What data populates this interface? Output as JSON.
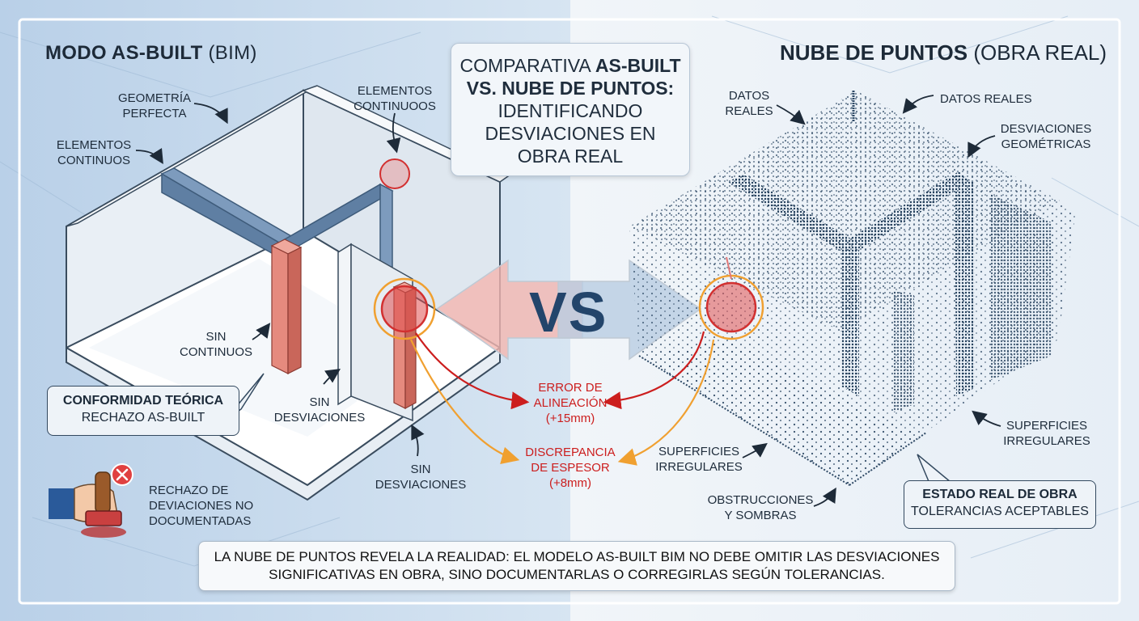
{
  "header": {
    "left_title_bold": "MODO AS-BUILT",
    "left_title_rest": " (BIM)",
    "right_title_bold": "NUBE DE PUNTOS",
    "right_title_rest": " (OBRA REAL)",
    "center_title": {
      "line1_plain": "COMPARATIVA ",
      "line1_bold": "AS-BUILT",
      "line2_bold": "VS. NUBE DE PUNTOS:",
      "line3": "IDENTIFICANDO",
      "line4": "DESVIACIONES EN",
      "line5": "OBRA REAL"
    }
  },
  "vs_label": "VS",
  "left_labels": {
    "geometria": [
      "GEOMETRÍA",
      "PERFECTA"
    ],
    "elementos_top": [
      "ELEMENTOS",
      "CONTINUOOS"
    ],
    "elementos_left": [
      "ELEMENTOS",
      "CONTINUOS"
    ],
    "sin_continuos": [
      "SIN",
      "CONTINUOS"
    ],
    "sin_desviaciones_mid": [
      "SIN",
      "DESVIACIONES"
    ],
    "sin_desviaciones_bottom": [
      "SIN",
      "DESVIACIONES"
    ],
    "conformidad": {
      "title": "CONFORMIDAD TEÓRICA",
      "sub": "RECHAZO AS-BUILT"
    },
    "rechazo": [
      "RECHAZO DE",
      "DEVIACIONES NO",
      "DOCUMENTADAS"
    ]
  },
  "center_labels": {
    "error": [
      "ERROR DE",
      "ALINEACIÓN",
      "(+15mm)"
    ],
    "discrepancia": [
      "DISCREPANCIA",
      "DE ESPESOR",
      "(+8mm)"
    ]
  },
  "right_labels": {
    "datos_left": [
      "DATOS",
      "REALES"
    ],
    "datos_right": "DATOS REALES",
    "desviaciones": [
      "DESVIACIONES",
      "GEOMÉTRICAS"
    ],
    "superficies_right": [
      "SUPERFICIES",
      "IRREGULARES"
    ],
    "superficies_mid": [
      "SUPERFICIES",
      "IRREGULARES"
    ],
    "obstrucciones": [
      "OBSTRUCCIONES",
      "Y SOMBRAS"
    ],
    "estado": {
      "title": "ESTADO REAL DE OBRA",
      "sub": "TOLERANCIAS ACEPTABLES"
    }
  },
  "footer": {
    "line1": "LA NUBE DE PUNTOS REVELA LA REALIDAD: EL MODELO AS-BUILT BIM NO DEBE OMITIR LAS DESVIACIONES",
    "line2": "SIGNIFICATIVAS EN OBRA, SINO DOCUMENTARLAS O CORREGIRLAS SEGÚN TOLERANCIAS."
  },
  "colors": {
    "left_bg": "#c7dcee",
    "right_bg": "#eaf1f7",
    "beam": "#6f8fb3",
    "column": "#e58a7e",
    "highlight_red": "#d23030",
    "highlight_orange": "#f0a030",
    "text_dark": "#1d2a38",
    "point_cloud": "#2f4a66"
  },
  "icons": [
    "arrow-icon",
    "stamp-hand-icon",
    "reject-x-icon"
  ]
}
